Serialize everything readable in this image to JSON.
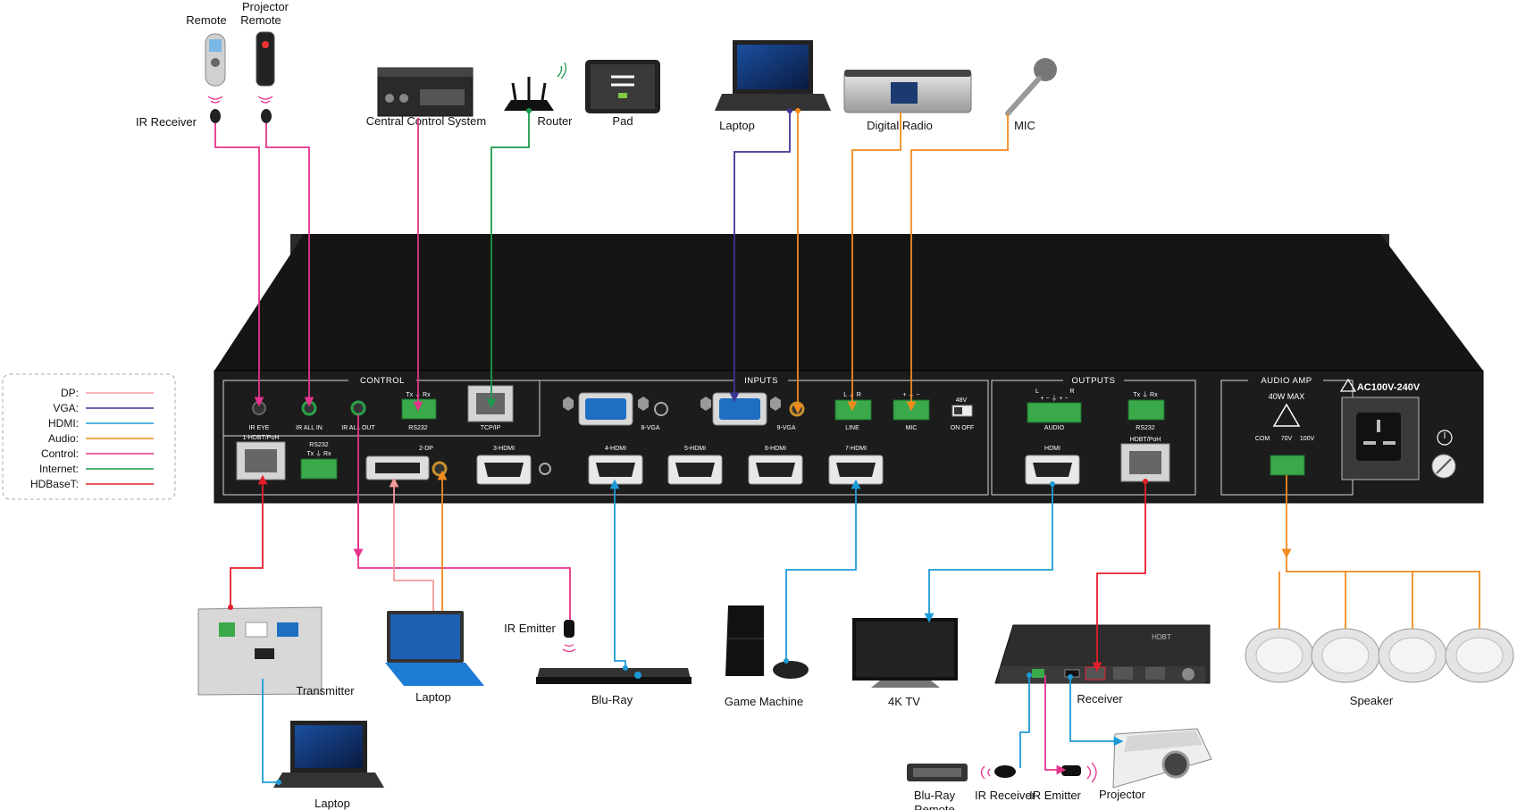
{
  "colors": {
    "dp": "#f59a9a",
    "vga": "#3c3591",
    "hdmi": "#1e9bd7",
    "audio": "#f28a1e",
    "control": "#e5338c",
    "internet": "#1d9a4c",
    "hdbaset": "#e31e2b",
    "chassis": "#1e1e1e",
    "terminal": "#3aa94a"
  },
  "legend": [
    {
      "label": "DP:",
      "key": "dp"
    },
    {
      "label": "VGA:",
      "key": "vga"
    },
    {
      "label": "HDMI:",
      "key": "hdmi"
    },
    {
      "label": "Audio:",
      "key": "audio"
    },
    {
      "label": "Control:",
      "key": "control"
    },
    {
      "label": "Internet:",
      "key": "internet"
    },
    {
      "label": "HDBaseT:",
      "key": "hdbaset"
    }
  ],
  "devices": {
    "remote": "Remote",
    "projector_remote_1": "Projector",
    "projector_remote_2": "Remote",
    "ir_receiver": "IR Receiver",
    "central_control": "Central Control System",
    "router": "Router",
    "pad": "Pad",
    "laptop_top": "Laptop",
    "digital_radio": "Digital Radio",
    "mic": "MIC",
    "transmitter": "Transmitter",
    "laptop_bottom": "Laptop",
    "laptop_dp": "Laptop",
    "ir_emitter": "IR Emitter",
    "bluray": "Blu-Ray",
    "game_machine": "Game Machine",
    "tv": "4K TV",
    "receiver": "Receiver",
    "speaker": "Speaker",
    "bluray_remote_1": "Blu-Ray",
    "bluray_remote_2": "Remote",
    "ir_receiver_2": "IR Receiver",
    "ir_emitter_2": "IR Emitter",
    "projector": "Projector"
  },
  "panel": {
    "control_title": "CONTROL",
    "inputs_title": "INPUTS",
    "outputs_title": "OUTPUTS",
    "amp_title": "AUDIO AMP",
    "ir_eye": "IR EYE",
    "ir_all_in": "IR ALL IN",
    "ir_all_out": "IR ALL OUT",
    "rs232": "RS232",
    "txrx": "Tx ⏚ Rx",
    "tcpip": "TCP/IP",
    "hdbt_in": "1-HDBT/PoH",
    "dp_in": "2-DP",
    "hdmi3": "3-HDMI",
    "hdmi4": "4-HDMI",
    "hdmi5": "5-HDMI",
    "hdmi6": "6-HDMI",
    "hdmi7": "7-HDMI",
    "vga8": "8-VGA",
    "vga9": "9-VGA",
    "line": "LINE",
    "mic": "MIC",
    "lr": "L ⏚ R",
    "mic_pins": "+ ⏚ −",
    "phantom": "48V",
    "on_off": "ON OFF",
    "audio": "AUDIO",
    "audio_pins": "+ − ⏚ + −",
    "audio_lr_l": "L",
    "audio_lr_r": "R",
    "hdmi_out": "HDMI",
    "hdbt_out": "HDBT/PoH",
    "max_power": "40W MAX",
    "com": "COM",
    "v70": "70V",
    "v100": "100V",
    "ac": "AC100V-240V",
    "receiver_brand": "HDBT"
  }
}
